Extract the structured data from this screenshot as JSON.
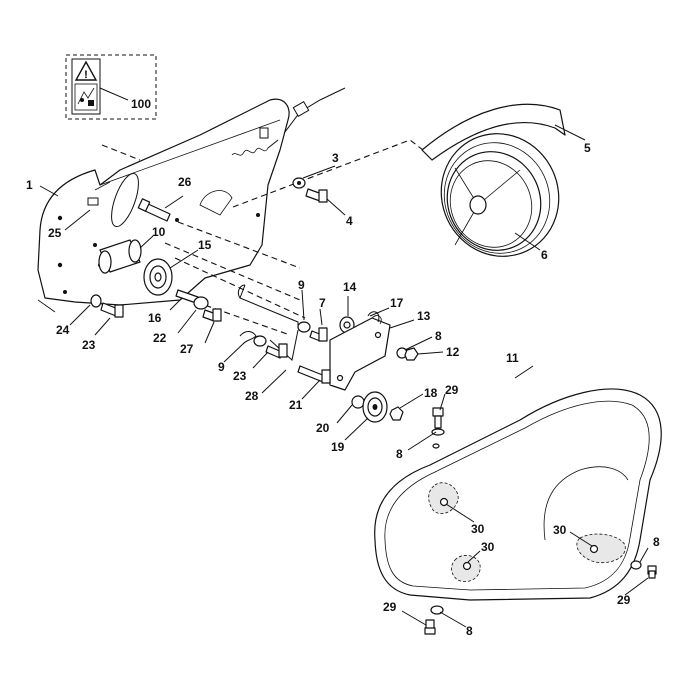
{
  "diagram": {
    "warning_box": {
      "icon": "warning-triangle-icon",
      "callout": "100"
    },
    "callouts": {
      "c1": "1",
      "c3": "3",
      "c4": "4",
      "c5": "5",
      "c6": "6",
      "c7": "7",
      "c8a": "8",
      "c8b": "8",
      "c8c": "8",
      "c8d": "8",
      "c9a": "9",
      "c9b": "9",
      "c10": "10",
      "c11": "11",
      "c12": "12",
      "c13": "13",
      "c14": "14",
      "c15": "15",
      "c16": "16",
      "c17": "17",
      "c18": "18",
      "c19": "19",
      "c20": "20",
      "c21": "21",
      "c22": "22",
      "c23a": "23",
      "c23b": "23",
      "c24": "24",
      "c25": "25",
      "c26": "26",
      "c27": "27",
      "c28": "28",
      "c29a": "29",
      "c29b": "29",
      "c29c": "29",
      "c30a": "30",
      "c30b": "30",
      "c30c": "30"
    }
  }
}
